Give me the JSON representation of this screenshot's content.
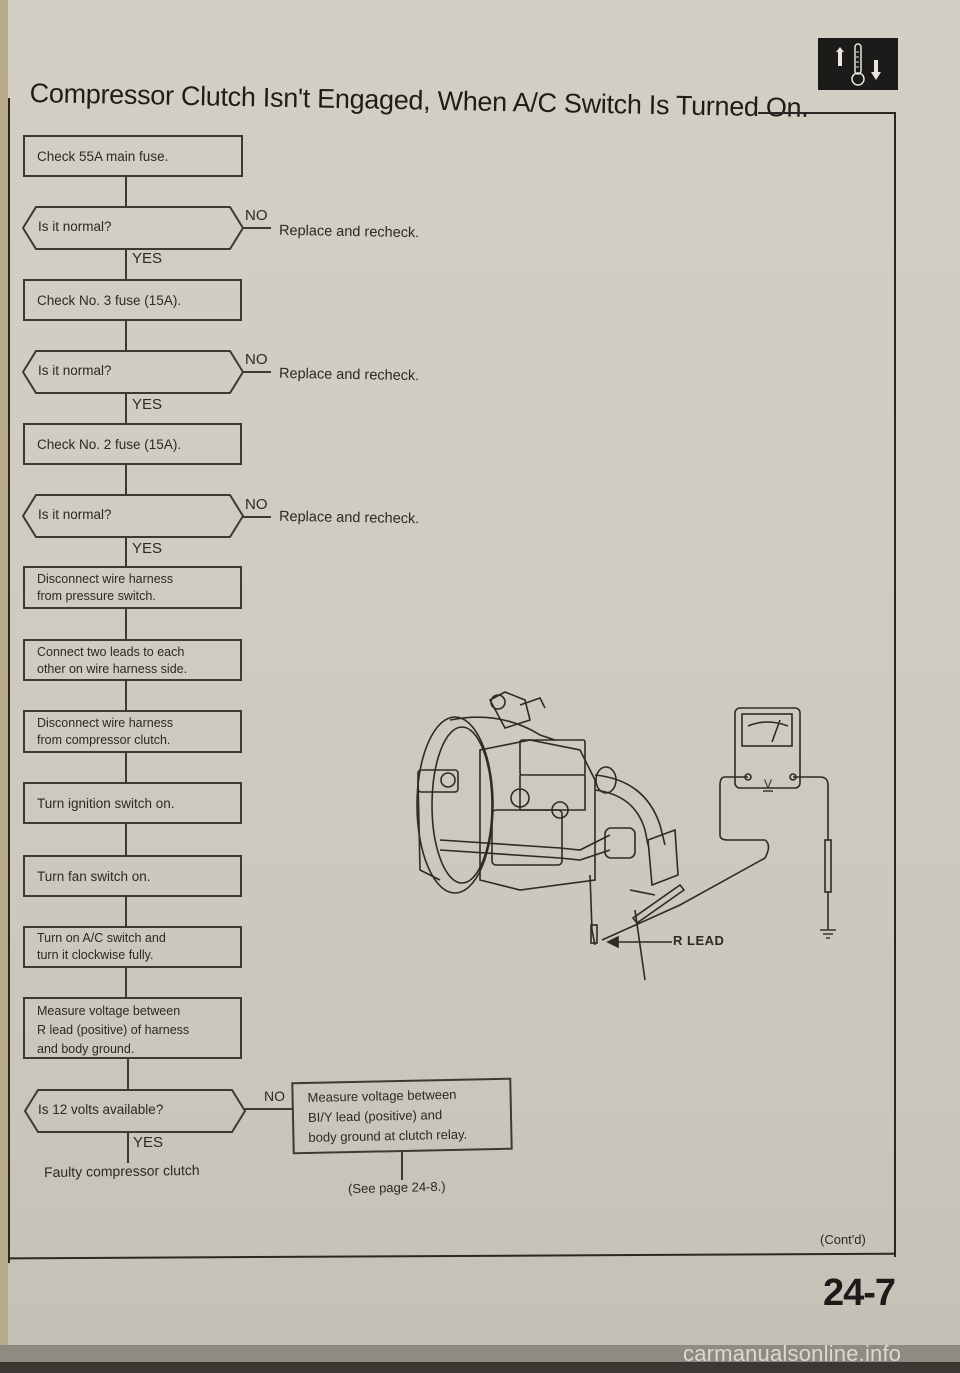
{
  "header": {
    "title": "Compressor Clutch Isn't Engaged, When A/C Switch Is Turned On.",
    "section_icon": "thermometer-up-down-icon"
  },
  "flowchart": {
    "step1": "Check 55A main fuse.",
    "q1": "Is it normal?",
    "q1_no": "NO",
    "q1_no_result": "Replace and recheck.",
    "q1_yes": "YES",
    "step2": "Check No. 3 fuse (15A).",
    "q2": "Is it normal?",
    "q2_no": "NO",
    "q2_no_result": "Replace and recheck.",
    "q2_yes": "YES",
    "step3": "Check No. 2 fuse (15A).",
    "q3": "Is it normal?",
    "q3_no": "NO",
    "q3_no_result": "Replace and recheck.",
    "q3_yes": "YES",
    "step4_line1": "Disconnect wire harness",
    "step4_line2": "from pressure switch.",
    "step5_line1": "Connect two leads to each",
    "step5_line2": "other on wire harness side.",
    "step6_line1": "Disconnect wire harness",
    "step6_line2": "from compressor clutch.",
    "step7": "Turn ignition switch on.",
    "step8": "Turn fan switch on.",
    "step9_line1": "Turn on A/C switch and",
    "step9_line2": "turn it clockwise fully.",
    "step10_line1": "Measure voltage between",
    "step10_line2": "R lead (positive) of harness",
    "step10_line3": "and body ground.",
    "q4": "Is 12 volts available?",
    "q4_no": "NO",
    "q4_yes": "YES",
    "q4_yes_result": "Faulty compressor clutch",
    "q4_no_box_line1": "Measure voltage between",
    "q4_no_box_line2": "BI/Y lead (positive) and",
    "q4_no_box_line3": "body ground at clutch relay.",
    "see_page": "(See page 24-8.)"
  },
  "illustration": {
    "label_r_lead": "R LEAD",
    "meter_label": "V",
    "meter_icon": "voltmeter-icon",
    "component_icon": "compressor-icon",
    "ground_icon": "ground-icon"
  },
  "footer": {
    "contd": "(Cont'd)",
    "page_number": "24-7",
    "watermark": "carmanualsonline.info"
  }
}
